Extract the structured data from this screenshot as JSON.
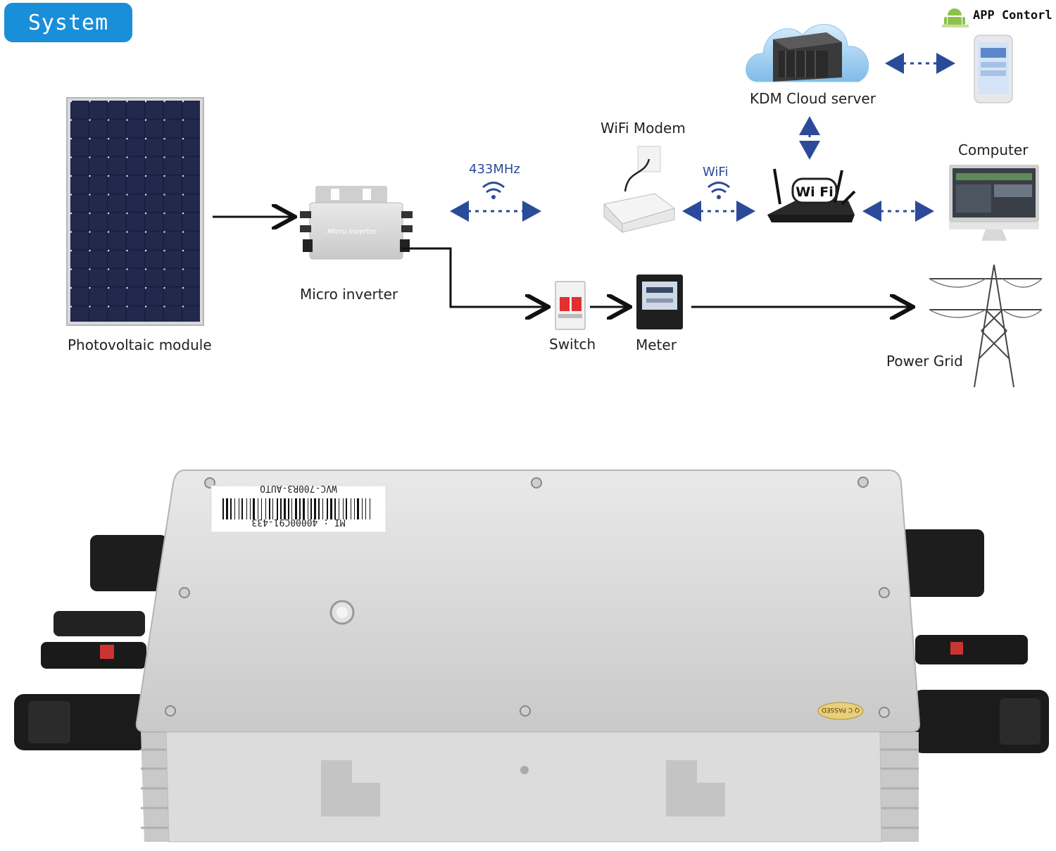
{
  "header": {
    "badge_label": "System",
    "badge_color": "#1a8fd9"
  },
  "nodes": {
    "pv_module": "Photovoltaic module",
    "micro_inverter": "Micro inverter",
    "switch": "Switch",
    "meter": "Meter",
    "power_grid": "Power Grid",
    "wifi_modem": "WiFi Modem",
    "cloud_server": "KDM Cloud server",
    "computer": "Computer",
    "app_control": "APP Contorl"
  },
  "links": {
    "rf_433": "433MHz",
    "wifi": "WiFi"
  },
  "router_text": "Wi Fi",
  "product": {
    "label_line1": "MI : 40000C91-433",
    "label_line2": "WVC-700R3-AUTO",
    "qc_stamp": "Q C PASSED"
  },
  "colors": {
    "flow_arrow": "#111111",
    "comm_arrow": "#2b4a9a",
    "device_silver": "#d6d6d6"
  }
}
